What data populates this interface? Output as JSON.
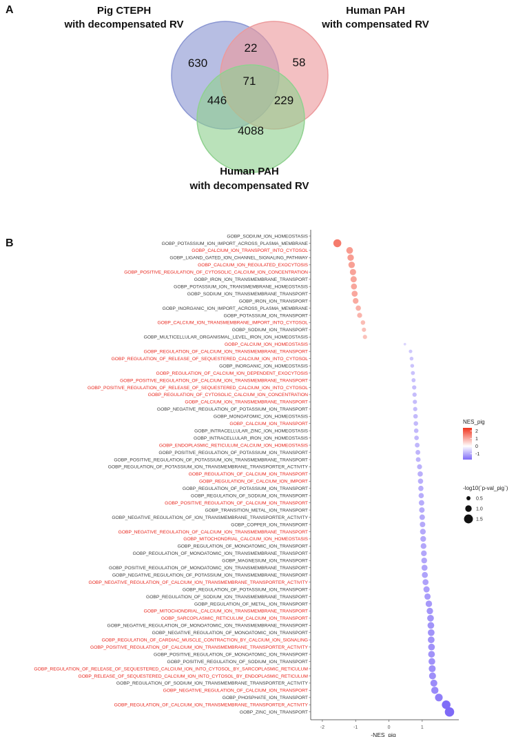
{
  "panel_a_label": "A",
  "panel_b_label": "B",
  "chart_data": [
    {
      "type": "venn",
      "sets": [
        {
          "name_line1": "Pig CTEPH",
          "name_line2": "with decompensated RV",
          "color": "#8a96d2"
        },
        {
          "name_line1": "Human PAH",
          "name_line2": "with compensated RV",
          "color": "#ec9a9c"
        },
        {
          "name_line1": "Human PAH",
          "name_line2": "with decompensated RV",
          "color": "#8fd18f"
        }
      ],
      "regions": [
        {
          "sets": [
            "A"
          ],
          "count": "630"
        },
        {
          "sets": [
            "B"
          ],
          "count": "58"
        },
        {
          "sets": [
            "C"
          ],
          "count": "4088"
        },
        {
          "sets": [
            "A",
            "B"
          ],
          "count": "22"
        },
        {
          "sets": [
            "A",
            "C"
          ],
          "count": "446"
        },
        {
          "sets": [
            "B",
            "C"
          ],
          "count": "229"
        },
        {
          "sets": [
            "A",
            "B",
            "C"
          ],
          "count": "71"
        }
      ]
    },
    {
      "type": "scatter",
      "xlabel": "-NES_pig",
      "xticks": [
        -2,
        -1,
        0,
        1
      ],
      "xlim": [
        -2.35,
        2.1
      ],
      "color_legend": {
        "title": "NES_pig",
        "ticks": [
          "2",
          "1",
          "0",
          "-1"
        ],
        "low_color": "#7e6af7",
        "mid_color": "#ffffff",
        "high_color": "#f0331c",
        "range": [
          -1.75,
          2.4
        ]
      },
      "size_legend": {
        "title": "-log10(`p-val_pig`)",
        "values": [
          "0.5",
          "1.0",
          "1.5"
        ]
      },
      "highlight_color": "#e8261c",
      "normal_color": "#3a3a3a",
      "points": [
        {
          "term": "GOBP_SODIUM_ION_HOMEOSTASIS",
          "x": null,
          "nes": null,
          "p": null,
          "hl": false
        },
        {
          "term": "GOBP_POTASSIUM_ION_IMPORT_ACROSS_PLASMA_MEMBRANE",
          "x": -1.55,
          "nes": 1.55,
          "p": 1.3,
          "hl": false
        },
        {
          "term": "GOBP_CALCIUM_ION_TRANSPORT_INTO_CYTOSOL",
          "x": -1.18,
          "nes": 1.18,
          "p": 1.05,
          "hl": true
        },
        {
          "term": "GOBP_LIGAND_GATED_ION_CHANNEL_SIGNALING_PATHWAY",
          "x": -1.15,
          "nes": 1.15,
          "p": 1.0,
          "hl": false
        },
        {
          "term": "GOBP_CALCIUM_ION_REGULATED_EXOCYTOSIS",
          "x": -1.12,
          "nes": 1.12,
          "p": 1.0,
          "hl": true
        },
        {
          "term": "GOBP_POSITIVE_REGULATION_OF_CYTOSOLIC_CALCIUM_ION_CONCENTRATION",
          "x": -1.08,
          "nes": 1.08,
          "p": 0.95,
          "hl": true
        },
        {
          "term": "GOBP_IRON_ION_TRANSMEMBRANE_TRANSPORT",
          "x": -1.06,
          "nes": 1.06,
          "p": 0.95,
          "hl": false
        },
        {
          "term": "GOBP_POTASSIUM_ION_TRANSMEMBRANE_HOMEOSTASIS",
          "x": -1.05,
          "nes": 1.05,
          "p": 0.9,
          "hl": false
        },
        {
          "term": "GOBP_SODIUM_ION_TRANSMEMBRANE_TRANSPORT",
          "x": -1.03,
          "nes": 1.03,
          "p": 0.9,
          "hl": false
        },
        {
          "term": "GOBP_IRON_ION_TRANSPORT",
          "x": -1.0,
          "nes": 1.0,
          "p": 0.85,
          "hl": false
        },
        {
          "term": "GOBP_INORGANIC_ION_IMPORT_ACROSS_PLASMA_MEMBRANE",
          "x": -0.92,
          "nes": 0.92,
          "p": 0.75,
          "hl": false
        },
        {
          "term": "GOBP_POTASSIUM_ION_TRANSPORT",
          "x": -0.88,
          "nes": 0.88,
          "p": 0.7,
          "hl": false
        },
        {
          "term": "GOBP_CALCIUM_ION_TRANSMEMBRANE_IMPORT_INTO_CYTOSOL",
          "x": -0.78,
          "nes": 0.78,
          "p": 0.6,
          "hl": true
        },
        {
          "term": "GOBP_SODIUM_ION_TRANSPORT",
          "x": -0.75,
          "nes": 0.75,
          "p": 0.55,
          "hl": false
        },
        {
          "term": "GOBP_MULTICELLULAR_ORGANISMAL_LEVEL_IRON_ION_HOMEOSTASIS",
          "x": -0.72,
          "nes": 0.72,
          "p": 0.55,
          "hl": false
        },
        {
          "term": "GOBP_CALCIUM_ION_HOMEOSTASIS",
          "x": 0.48,
          "nes": -0.48,
          "p": 0.2,
          "hl": true
        },
        {
          "term": "GOBP_REGULATION_OF_CALCIUM_ION_TRANSMEMBRANE_TRANSPORT",
          "x": 0.65,
          "nes": -0.65,
          "p": 0.4,
          "hl": true
        },
        {
          "term": "GOBP_REGULATION_OF_RELEASE_OF_SEQUESTERED_CALCIUM_ION_INTO_CYTOSOL",
          "x": 0.68,
          "nes": -0.68,
          "p": 0.45,
          "hl": true
        },
        {
          "term": "GOBP_INORGANIC_ION_HOMEOSTASIS",
          "x": 0.7,
          "nes": -0.7,
          "p": 0.45,
          "hl": false
        },
        {
          "term": "GOBP_REGULATION_OF_CALCIUM_ION_DEPENDENT_EXOCYTOSIS",
          "x": 0.72,
          "nes": -0.72,
          "p": 0.5,
          "hl": true
        },
        {
          "term": "GOBP_POSITIVE_REGULATION_OF_CALCIUM_ION_TRANSMEMBRANE_TRANSPORT",
          "x": 0.74,
          "nes": -0.74,
          "p": 0.5,
          "hl": true
        },
        {
          "term": "GOBP_POSITIVE_REGULATION_OF_RELEASE_OF_SEQUESTERED_CALCIUM_ION_INTO_CYTOSOL",
          "x": 0.76,
          "nes": -0.76,
          "p": 0.55,
          "hl": true
        },
        {
          "term": "GOBP_REGULATION_OF_CYTOSOLIC_CALCIUM_ION_CONCENTRATION",
          "x": 0.77,
          "nes": -0.77,
          "p": 0.55,
          "hl": true
        },
        {
          "term": "GOBP_CALCIUM_ION_TRANSMEMBRANE_TRANSPORT",
          "x": 0.78,
          "nes": -0.78,
          "p": 0.55,
          "hl": true
        },
        {
          "term": "GOBP_NEGATIVE_REGULATION_OF_POTASSIUM_ION_TRANSPORT",
          "x": 0.79,
          "nes": -0.79,
          "p": 0.55,
          "hl": false
        },
        {
          "term": "GOBP_MONOATOMIC_ION_HOMEOSTASIS",
          "x": 0.8,
          "nes": -0.8,
          "p": 0.6,
          "hl": false
        },
        {
          "term": "GOBP_CALCIUM_ION_TRANSPORT",
          "x": 0.81,
          "nes": -0.81,
          "p": 0.6,
          "hl": true
        },
        {
          "term": "GOBP_INTRACELLULAR_ZINC_ION_HOMEOSTASIS",
          "x": 0.82,
          "nes": -0.82,
          "p": 0.6,
          "hl": false
        },
        {
          "term": "GOBP_INTRACELLULAR_IRON_ION_HOMEOSTASIS",
          "x": 0.83,
          "nes": -0.83,
          "p": 0.6,
          "hl": false
        },
        {
          "term": "GOBP_ENDOPLASMIC_RETICULUM_CALCIUM_ION_HOMEOSTASIS",
          "x": 0.85,
          "nes": -0.85,
          "p": 0.65,
          "hl": true
        },
        {
          "term": "GOBP_POSITIVE_REGULATION_OF_POTASSIUM_ION_TRANSPORT",
          "x": 0.87,
          "nes": -0.87,
          "p": 0.65,
          "hl": false
        },
        {
          "term": "GOBP_POSITIVE_REGULATION_OF_POTASSIUM_ION_TRANSMEMBRANE_TRANSPORT",
          "x": 0.88,
          "nes": -0.88,
          "p": 0.65,
          "hl": false
        },
        {
          "term": "GOBP_REGULATION_OF_POTASSIUM_ION_TRANSMEMBRANE_TRANSPORTER_ACTIVITY",
          "x": 0.92,
          "nes": -0.92,
          "p": 0.7,
          "hl": false
        },
        {
          "term": "GOBP_REGULATION_OF_CALCIUM_ION_TRANSPORT",
          "x": 0.94,
          "nes": -0.94,
          "p": 0.75,
          "hl": true
        },
        {
          "term": "GOBP_REGULATION_OF_CALCIUM_ION_IMPORT",
          "x": 0.95,
          "nes": -0.95,
          "p": 0.75,
          "hl": true
        },
        {
          "term": "GOBP_REGULATION_OF_POTASSIUM_ION_TRANSPORT",
          "x": 0.96,
          "nes": -0.96,
          "p": 0.75,
          "hl": false
        },
        {
          "term": "GOBP_REGULATION_OF_SODIUM_ION_TRANSPORT",
          "x": 0.97,
          "nes": -0.97,
          "p": 0.75,
          "hl": false
        },
        {
          "term": "GOBP_POSITIVE_REGULATION_OF_CALCIUM_ION_TRANSPORT",
          "x": 0.98,
          "nes": -0.98,
          "p": 0.8,
          "hl": true
        },
        {
          "term": "GOBP_TRANSITION_METAL_ION_TRANSPORT",
          "x": 0.99,
          "nes": -0.99,
          "p": 0.8,
          "hl": false
        },
        {
          "term": "GOBP_NEGATIVE_REGULATION_OF_ION_TRANSMEMBRANE_TRANSPORTER_ACTIVITY",
          "x": 1.0,
          "nes": -1.0,
          "p": 0.8,
          "hl": false
        },
        {
          "term": "GOBP_COPPER_ION_TRANSPORT",
          "x": 1.01,
          "nes": -1.01,
          "p": 0.8,
          "hl": false
        },
        {
          "term": "GOBP_NEGATIVE_REGULATION_OF_CALCIUM_ION_TRANSMEMBRANE_TRANSPORT",
          "x": 1.02,
          "nes": -1.02,
          "p": 0.85,
          "hl": true
        },
        {
          "term": "GOBP_MITOCHONDRIAL_CALCIUM_ION_HOMEOSTASIS",
          "x": 1.03,
          "nes": -1.03,
          "p": 0.85,
          "hl": true
        },
        {
          "term": "GOBP_REGULATION_OF_MONOATOMIC_ION_TRANSPORT",
          "x": 1.04,
          "nes": -1.04,
          "p": 0.85,
          "hl": false
        },
        {
          "term": "GOBP_REGULATION_OF_MONOATOMIC_ION_TRANSMEMBRANE_TRANSPORT",
          "x": 1.05,
          "nes": -1.05,
          "p": 0.85,
          "hl": false
        },
        {
          "term": "GOBP_MAGNESIUM_ION_TRANSPORT",
          "x": 1.06,
          "nes": -1.06,
          "p": 0.85,
          "hl": false
        },
        {
          "term": "GOBP_POSITIVE_REGULATION_OF_MONOATOMIC_ION_TRANSMEMBRANE_TRANSPORT",
          "x": 1.07,
          "nes": -1.07,
          "p": 0.9,
          "hl": false
        },
        {
          "term": "GOBP_NEGATIVE_REGULATION_OF_POTASSIUM_ION_TRANSMEMBRANE_TRANSPORT",
          "x": 1.08,
          "nes": -1.08,
          "p": 0.9,
          "hl": false
        },
        {
          "term": "GOBP_NEGATIVE_REGULATION_OF_CALCIUM_ION_TRANSMEMBRANE_TRANSPORTER_ACTIVITY",
          "x": 1.1,
          "nes": -1.1,
          "p": 0.9,
          "hl": true
        },
        {
          "term": "GOBP_REGULATION_OF_POTASSIUM_ION_TRANSPORT",
          "x": 1.13,
          "nes": -1.13,
          "p": 0.95,
          "hl": false
        },
        {
          "term": "GOBP_REGULATION_OF_SODIUM_ION_TRANSMEMBRANE_TRANSPORT",
          "x": 1.16,
          "nes": -1.16,
          "p": 0.95,
          "hl": false
        },
        {
          "term": "GOBP_REGULATION_OF_METAL_ION_TRANSPORT",
          "x": 1.2,
          "nes": -1.2,
          "p": 1.0,
          "hl": false
        },
        {
          "term": "GOBP_MITOCHONDRIAL_CALCIUM_ION_TRANSMEMBRANE_TRANSPORT",
          "x": 1.23,
          "nes": -1.23,
          "p": 1.0,
          "hl": true
        },
        {
          "term": "GOBP_SARCOPLASMIC_RETICULUM_CALCIUM_ION_TRANSPORT",
          "x": 1.25,
          "nes": -1.25,
          "p": 1.05,
          "hl": true
        },
        {
          "term": "GOBP_NEGATIVE_REGULATION_OF_MONOATOMIC_ION_TRANSMEMBRANE_TRANSPORT",
          "x": 1.26,
          "nes": -1.26,
          "p": 1.05,
          "hl": false
        },
        {
          "term": "GOBP_NEGATIVE_REGULATION_OF_MONOATOMIC_ION_TRANSPORT",
          "x": 1.27,
          "nes": -1.27,
          "p": 1.05,
          "hl": false
        },
        {
          "term": "GOBP_REGULATION_OF_CARDIAC_MUSCLE_CONTRACTION_BY_CALCIUM_ION_SIGNALING",
          "x": 1.27,
          "nes": -1.27,
          "p": 1.05,
          "hl": true
        },
        {
          "term": "GOBP_POSITIVE_REGULATION_OF_CALCIUM_ION_TRANSMEMBRANE_TRANSPORTER_ACTIVITY",
          "x": 1.28,
          "nes": -1.28,
          "p": 1.05,
          "hl": true
        },
        {
          "term": "GOBP_POSITIVE_REGULATION_OF_MONOATOMIC_ION_TRANSPORT",
          "x": 1.28,
          "nes": -1.28,
          "p": 1.05,
          "hl": false
        },
        {
          "term": "GOBP_POSITIVE_REGULATION_OF_SODIUM_ION_TRANSPORT",
          "x": 1.29,
          "nes": -1.29,
          "p": 1.05,
          "hl": false
        },
        {
          "term": "GOBP_REGULATION_OF_RELEASE_OF_SEQUESTERED_CALCIUM_ION_INTO_CYTOSOL_BY_SARCOPLASMIC_RETICULUM",
          "x": 1.3,
          "nes": -1.3,
          "p": 1.1,
          "hl": true
        },
        {
          "term": "GOBP_RELEASE_OF_SEQUESTERED_CALCIUM_ION_INTO_CYTOSOL_BY_ENDOPLASMIC_RETICULUM",
          "x": 1.31,
          "nes": -1.31,
          "p": 1.1,
          "hl": true
        },
        {
          "term": "GOBP_REGULATION_OF_SODIUM_ION_TRANSMEMBRANE_TRANSPORTER_ACTIVITY",
          "x": 1.35,
          "nes": -1.35,
          "p": 1.1,
          "hl": false
        },
        {
          "term": "GOBP_NEGATIVE_REGULATION_OF_CALCIUM_ION_TRANSPORT",
          "x": 1.38,
          "nes": -1.38,
          "p": 1.15,
          "hl": true
        },
        {
          "term": "GOBP_PHOSPHATE_ION_TRANSPORT",
          "x": 1.5,
          "nes": -1.5,
          "p": 1.25,
          "hl": false
        },
        {
          "term": "GOBP_REGULATION_OF_CALCIUM_ION_TRANSMEMBRANE_TRANSPORTER_ACTIVITY",
          "x": 1.72,
          "nes": -1.72,
          "p": 1.45,
          "hl": true
        },
        {
          "term": "GOBP_ZINC_ION_TRANSPORT",
          "x": 1.82,
          "nes": -1.82,
          "p": 1.6,
          "hl": false
        }
      ]
    }
  ]
}
